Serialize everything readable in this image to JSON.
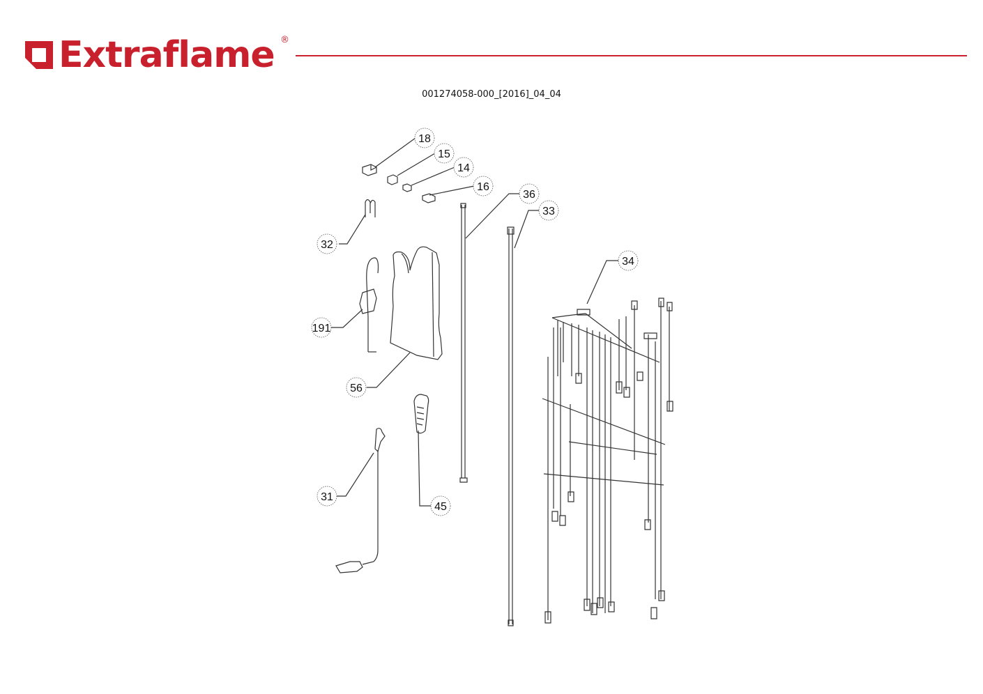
{
  "header": {
    "brand_name": "Extraflame",
    "registered_mark": "®",
    "brand_color": "#c8202d"
  },
  "document": {
    "code": "001274058-000_[2016]_04_04"
  },
  "diagram": {
    "callouts": [
      "18",
      "15",
      "14",
      "16",
      "36",
      "33",
      "32",
      "34",
      "191",
      "56",
      "31",
      "45"
    ],
    "line_color": "#333333"
  }
}
